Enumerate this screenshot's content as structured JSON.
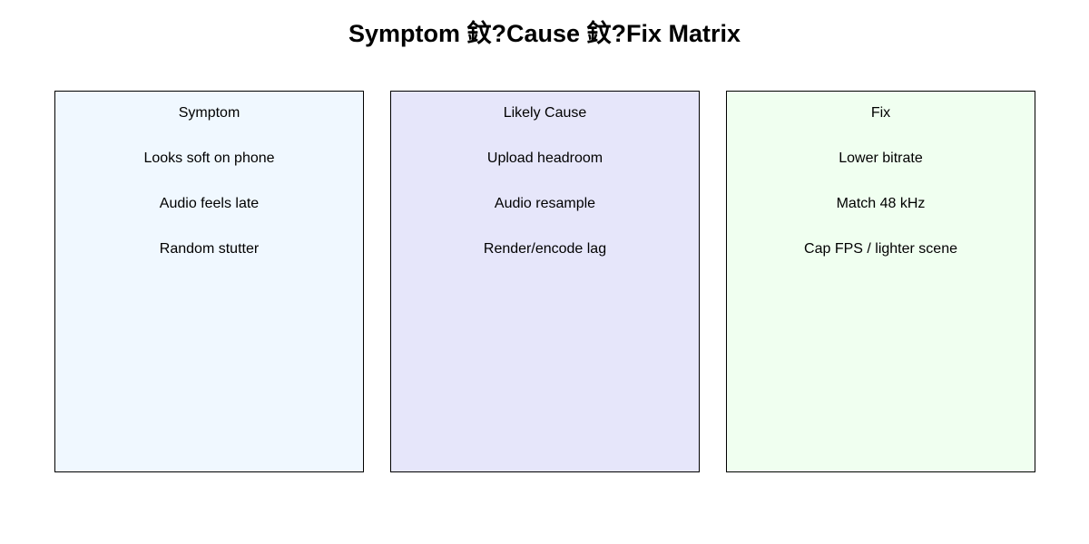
{
  "title": "Symptom 鈫?Cause 鈫?Fix Matrix",
  "columns": [
    {
      "header": "Symptom",
      "fill": "#F0F8FF",
      "items": [
        "Looks soft on phone",
        "Audio feels late",
        "Random stutter"
      ]
    },
    {
      "header": "Likely Cause",
      "fill": "#E6E6FA",
      "items": [
        "Upload headroom",
        "Audio resample",
        "Render/encode lag"
      ]
    },
    {
      "header": "Fix",
      "fill": "#F0FFF0",
      "items": [
        "Lower bitrate",
        "Match 48 kHz",
        "Cap FPS / lighter scene"
      ]
    }
  ]
}
